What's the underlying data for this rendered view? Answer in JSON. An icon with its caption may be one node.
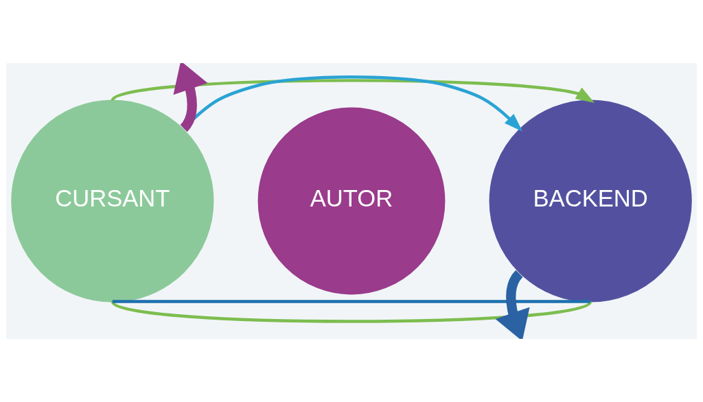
{
  "diagram": {
    "nodes": [
      {
        "text": [
          "CURSANT"
        ]
      },
      {
        "text": [
          "AUTOR"
        ]
      },
      {
        "text": [
          "BACKEND"
        ]
      }
    ],
    "edges": [
      {
        "from": 0,
        "to": 2,
        "arrow": "to",
        "color": "#7dbd4f"
      },
      {
        "from": 0,
        "to": 2,
        "arrow": "to",
        "color": "#2aa3d4"
      },
      {
        "from": 0,
        "to": null,
        "arrow": "to",
        "style": "thick",
        "color": "#973a8a"
      },
      {
        "from": 2,
        "to": null,
        "arrow": "to",
        "style": "thick",
        "color": "#2a62a3"
      },
      {
        "from": 2,
        "to": 0,
        "arrow": "none",
        "color": "#7dbd4f"
      },
      {
        "from": 2,
        "to": 0,
        "arrow": "none",
        "color": "#1c6fae"
      }
    ]
  }
}
